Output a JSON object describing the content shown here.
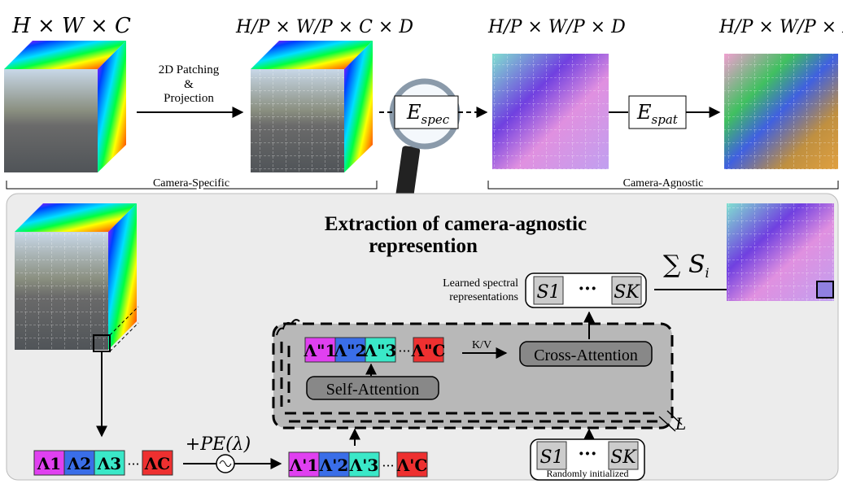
{
  "top": {
    "input_dims": "H × W × C",
    "patched_dims": "H/P × W/P × C × D",
    "feat1_dims": "H/P × W/P × D",
    "feat2_dims": "H/P × W/P × D",
    "patching_label": [
      "2D Patching",
      "&",
      "Projection"
    ],
    "e_spec": "E",
    "e_spec_sub": "spec",
    "e_spat": "E",
    "e_spat_sub": "spat",
    "camera_specific": "Camera-Specific",
    "camera_agnostic": "Camera-Agnostic"
  },
  "panel": {
    "title_line1": "Extraction of camera-agnostic",
    "title_line2": "represention",
    "learned_label": [
      "Learned spectral",
      "representations"
    ],
    "sum_label": "∑ S",
    "sum_sub": "i",
    "kv_label": "K/V",
    "cross_attention": "Cross-Attention",
    "self_attention": "Self-Attention",
    "layers_label": "L",
    "pe_label": "+PE(λ)",
    "random_init": "Randomly initialized",
    "tokens_in": [
      "Λ1",
      "Λ2",
      "Λ3",
      "ΛC"
    ],
    "tokens_pe": [
      "Λ'1",
      "Λ'2",
      "Λ'3",
      "Λ'C"
    ],
    "tokens_sa": [
      "Λ\"1",
      "Λ\"2",
      "Λ\"3",
      "Λ\"C"
    ],
    "s_first": "S1",
    "s_last": "SK",
    "ellipsis": "···"
  },
  "colors": {
    "token1": "#e040f0",
    "token2": "#3a6ee8",
    "token3": "#3ae8c8",
    "tokenC": "#ee3030",
    "panel_bg": "#ececec",
    "block_bg": "#b8b8b8"
  }
}
